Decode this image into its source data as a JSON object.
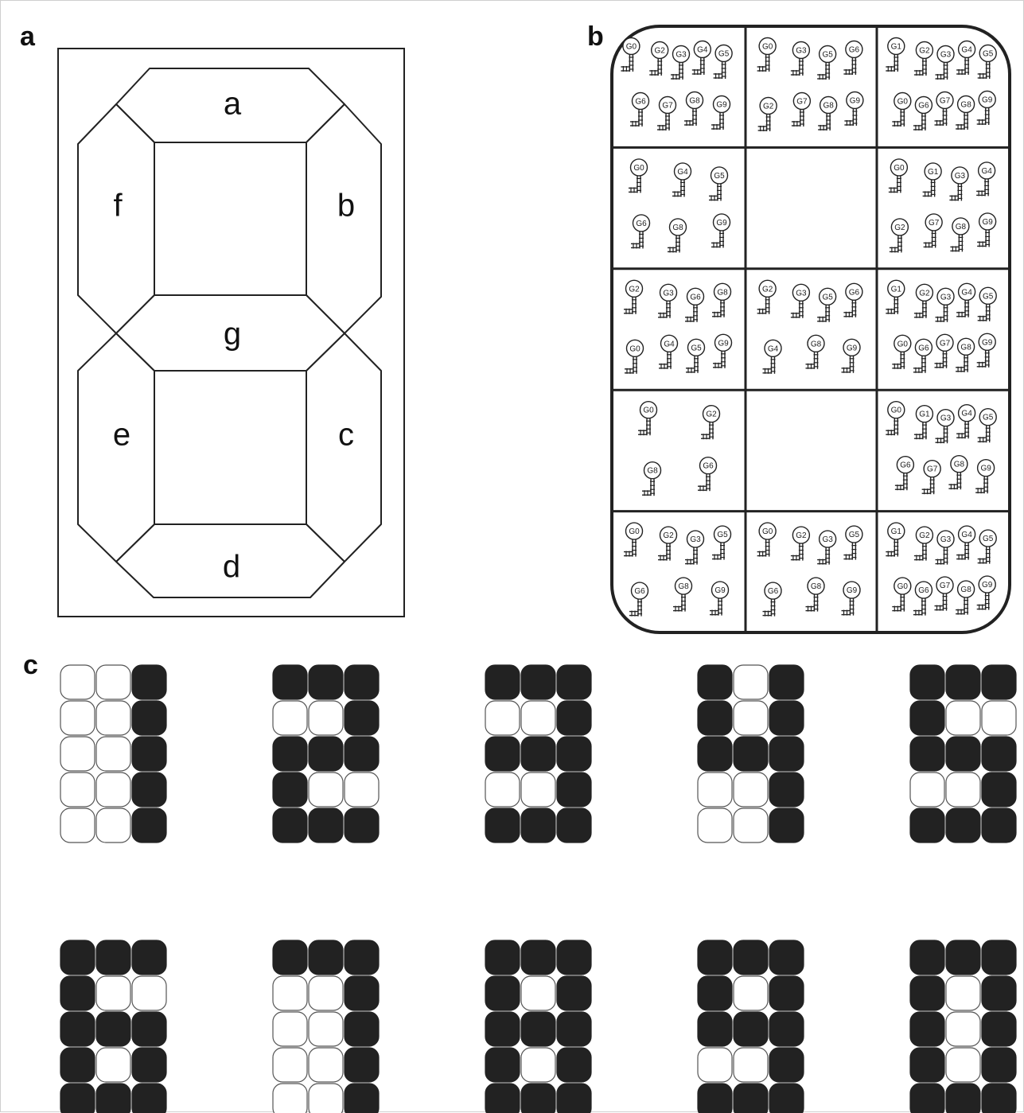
{
  "panels": {
    "a": {
      "label": "a",
      "segments": [
        "a",
        "b",
        "c",
        "d",
        "e",
        "f",
        "g"
      ]
    },
    "b": {
      "label": "b",
      "wells": [
        {
          "genes": [
            "G0",
            "G2",
            "G3",
            "G4",
            "G5",
            "G6",
            "G7",
            "G8",
            "G9"
          ]
        },
        {
          "genes": [
            "G0",
            "G3",
            "G5",
            "G6",
            "G2",
            "G7",
            "G8",
            "G9"
          ]
        },
        {
          "genes": [
            "G1",
            "G2",
            "G3",
            "G4",
            "G5",
            "G0",
            "G6",
            "G7",
            "G8",
            "G9"
          ]
        },
        {
          "genes": [
            "G0",
            "G4",
            "G5",
            "G6",
            "G8",
            "G9"
          ]
        },
        {
          "genes": []
        },
        {
          "genes": [
            "G0",
            "G1",
            "G3",
            "G4",
            "G2",
            "G7",
            "G8",
            "G9"
          ]
        },
        {
          "genes": [
            "G2",
            "G3",
            "G6",
            "G8",
            "G0",
            "G4",
            "G5",
            "G9"
          ]
        },
        {
          "genes": [
            "G2",
            "G3",
            "G5",
            "G6",
            "G4",
            "G8",
            "G9"
          ]
        },
        {
          "genes": [
            "G1",
            "G2",
            "G3",
            "G4",
            "G5",
            "G0",
            "G6",
            "G7",
            "G8",
            "G9"
          ]
        },
        {
          "genes": [
            "G0",
            "G2",
            "G8",
            "G6"
          ]
        },
        {
          "genes": []
        },
        {
          "genes": [
            "G0",
            "G1",
            "G3",
            "G4",
            "G5",
            "G6",
            "G7",
            "G8",
            "G9"
          ]
        },
        {
          "genes": [
            "G0",
            "G2",
            "G3",
            "G5",
            "G6",
            "G8",
            "G9"
          ]
        },
        {
          "genes": [
            "G0",
            "G2",
            "G3",
            "G5",
            "G6",
            "G8",
            "G9"
          ]
        },
        {
          "genes": [
            "G1",
            "G2",
            "G3",
            "G4",
            "G5",
            "G0",
            "G6",
            "G7",
            "G8",
            "G9"
          ]
        }
      ]
    },
    "c": {
      "label": "c",
      "on_color": "#222222",
      "off_color": "#ffffff",
      "digits": [
        {
          "rows": [
            "001",
            "001",
            "001",
            "001",
            "001"
          ]
        },
        {
          "rows": [
            "111",
            "001",
            "111",
            "100",
            "111"
          ]
        },
        {
          "rows": [
            "111",
            "001",
            "111",
            "001",
            "111"
          ]
        },
        {
          "rows": [
            "101",
            "101",
            "111",
            "001",
            "001"
          ]
        },
        {
          "rows": [
            "111",
            "100",
            "111",
            "001",
            "111"
          ]
        },
        {
          "rows": [
            "111",
            "100",
            "111",
            "101",
            "111"
          ]
        },
        {
          "rows": [
            "111",
            "001",
            "001",
            "001",
            "001"
          ]
        },
        {
          "rows": [
            "111",
            "101",
            "111",
            "101",
            "111"
          ]
        },
        {
          "rows": [
            "111",
            "101",
            "111",
            "001",
            "111"
          ]
        },
        {
          "rows": [
            "111",
            "101",
            "101",
            "101",
            "111"
          ]
        }
      ]
    }
  }
}
